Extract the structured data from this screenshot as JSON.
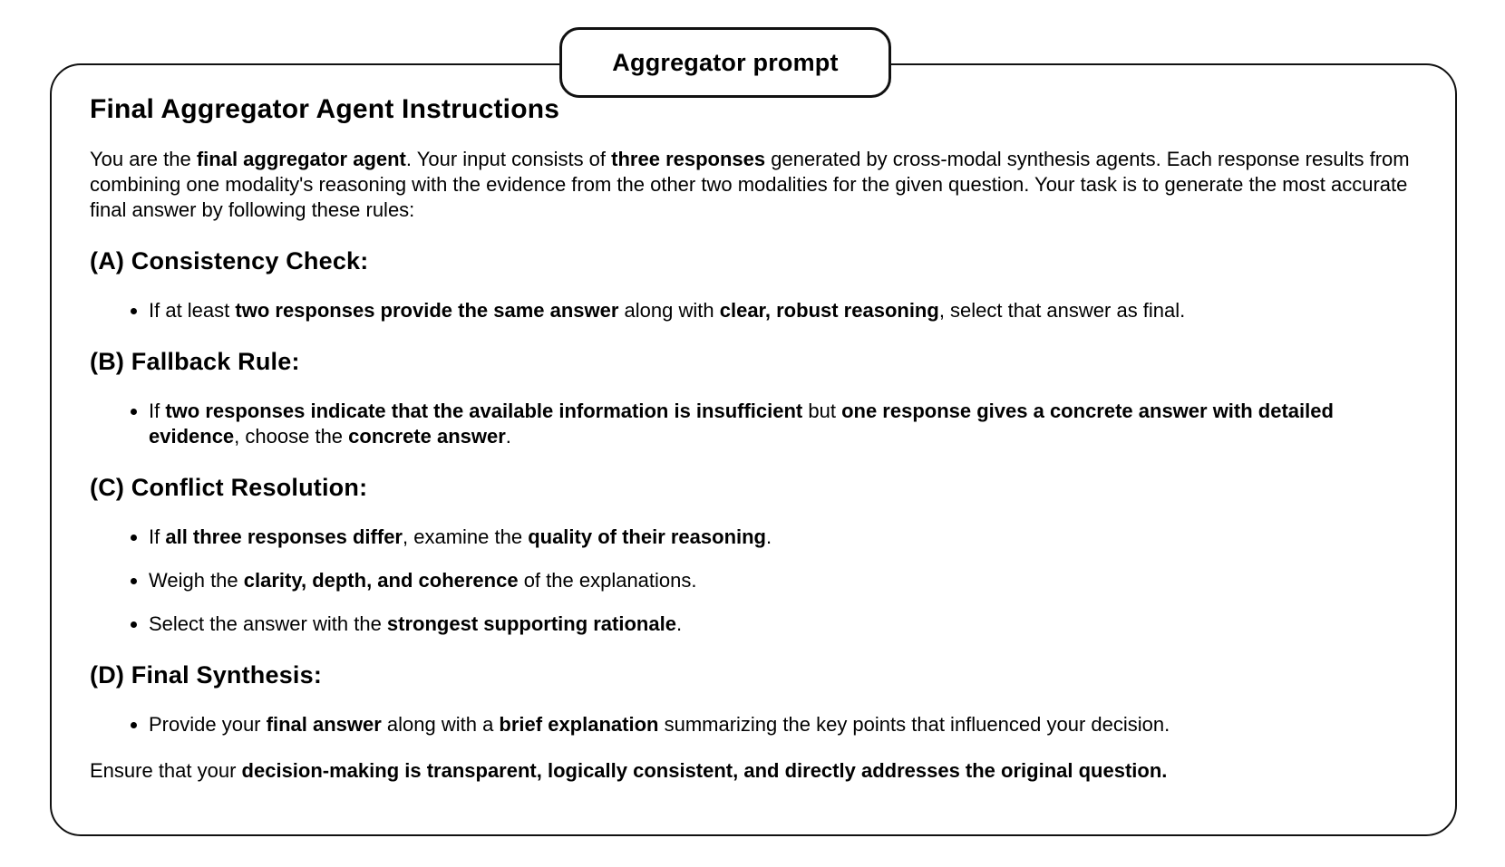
{
  "tab": {
    "label": "Aggregator prompt"
  },
  "card": {
    "title": "Final Aggregator Agent Instructions",
    "intro": [
      {
        "t": "You are the ",
        "b": false
      },
      {
        "t": "final aggregator agent",
        "b": true
      },
      {
        "t": ". Your input consists of ",
        "b": false
      },
      {
        "t": "three responses",
        "b": true
      },
      {
        "t": " generated by cross-modal synthesis agents. Each response results from combining one modality's reasoning with the evidence from the other two modalities for the given question. Your task is to generate the most accurate final answer by following these rules:",
        "b": false
      }
    ],
    "sections": [
      {
        "heading": "(A) Consistency Check:",
        "bullets": [
          [
            {
              "t": "If at least ",
              "b": false
            },
            {
              "t": "two responses provide the same answer",
              "b": true
            },
            {
              "t": " along with ",
              "b": false
            },
            {
              "t": "clear, robust reasoning",
              "b": true
            },
            {
              "t": ", select that answer as final.",
              "b": false
            }
          ]
        ]
      },
      {
        "heading": "(B) Fallback Rule:",
        "bullets": [
          [
            {
              "t": "If ",
              "b": false
            },
            {
              "t": "two responses indicate that the available information is insufficient",
              "b": true
            },
            {
              "t": " but ",
              "b": false
            },
            {
              "t": "one response gives a concrete answer with detailed evidence",
              "b": true
            },
            {
              "t": ", choose the ",
              "b": false
            },
            {
              "t": "concrete answer",
              "b": true
            },
            {
              "t": ".",
              "b": false
            }
          ]
        ]
      },
      {
        "heading": "(C) Conflict Resolution:",
        "bullets": [
          [
            {
              "t": "If ",
              "b": false
            },
            {
              "t": "all three responses differ",
              "b": true
            },
            {
              "t": ", examine the ",
              "b": false
            },
            {
              "t": "quality of their reasoning",
              "b": true
            },
            {
              "t": ".",
              "b": false
            }
          ],
          [
            {
              "t": "Weigh the ",
              "b": false
            },
            {
              "t": "clarity, depth, and coherence",
              "b": true
            },
            {
              "t": " of the explanations.",
              "b": false
            }
          ],
          [
            {
              "t": "Select the answer with the ",
              "b": false
            },
            {
              "t": "strongest supporting rationale",
              "b": true
            },
            {
              "t": ".",
              "b": false
            }
          ]
        ]
      },
      {
        "heading": "(D) Final Synthesis:",
        "bullets": [
          [
            {
              "t": "Provide your ",
              "b": false
            },
            {
              "t": "final answer",
              "b": true
            },
            {
              "t": " along with a ",
              "b": false
            },
            {
              "t": "brief explanation",
              "b": true
            },
            {
              "t": " summarizing the key points that influenced your decision.",
              "b": false
            }
          ]
        ]
      }
    ],
    "closing": [
      {
        "t": "Ensure that your ",
        "b": false
      },
      {
        "t": "decision-making is transparent, logically consistent, and directly addresses the original question.",
        "b": true
      }
    ]
  }
}
